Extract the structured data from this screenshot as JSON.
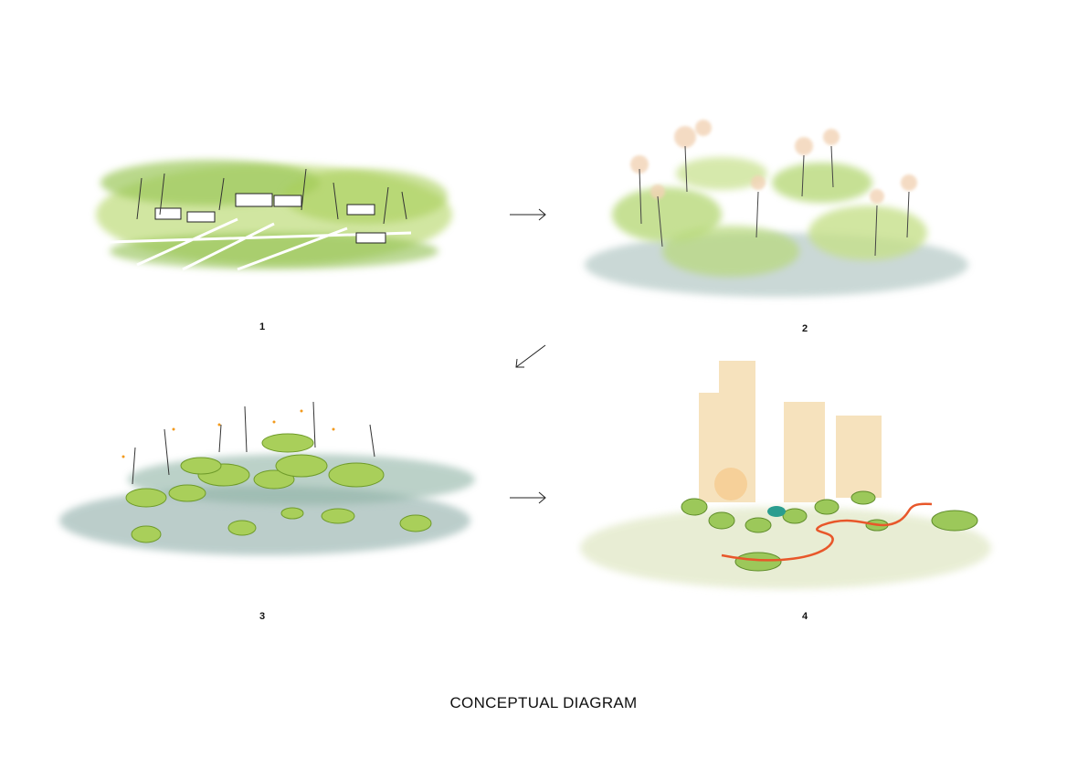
{
  "title": "CONCEPTUAL DIAGRAM",
  "panels": [
    {
      "label": "1"
    },
    {
      "label": "2"
    },
    {
      "label": "3"
    },
    {
      "label": "4"
    }
  ],
  "colors": {
    "green": "#a9cf5a",
    "light_green": "#d3e8a6",
    "water": "#9fb9b5",
    "tree_peach": "#f2d3b5",
    "building": "#f3d9a8",
    "path_orange": "#e8572a"
  }
}
